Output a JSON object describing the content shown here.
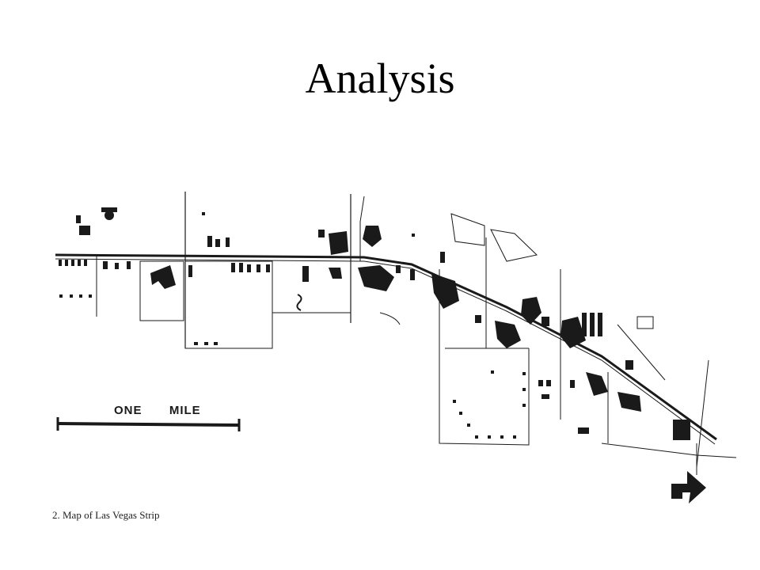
{
  "slide": {
    "title": "Analysis"
  },
  "map": {
    "scale": {
      "word1": "ONE",
      "word2": "MILE"
    },
    "caption": "2. Map of Las Vegas Strip",
    "ink_color": "#1a1a1a"
  }
}
